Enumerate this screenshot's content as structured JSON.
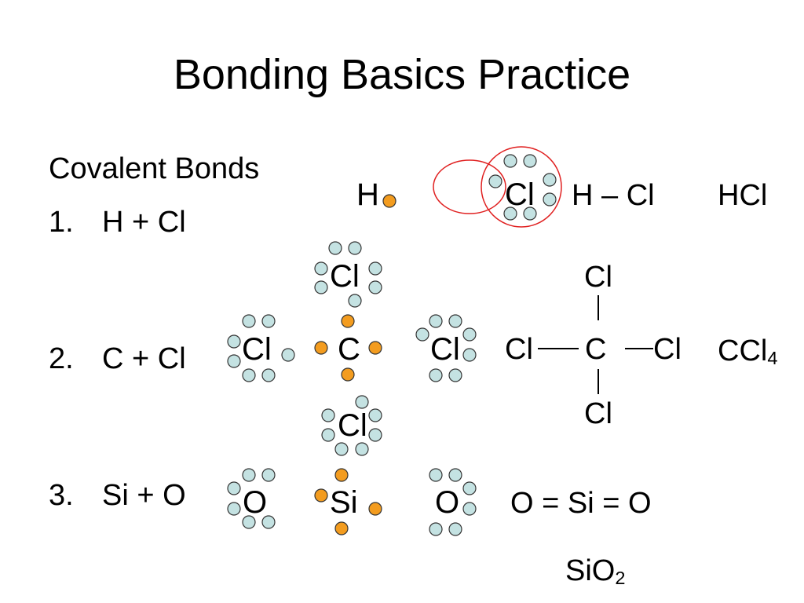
{
  "title": "Bonding Basics Practice",
  "subtitle": "Covalent Bonds",
  "problems": [
    {
      "number": "1.",
      "reaction": "H + Cl"
    },
    {
      "number": "2.",
      "reaction": "C + Cl"
    },
    {
      "number": "3.",
      "reaction": "Si + O"
    }
  ],
  "hcl": {
    "h_atom": "H",
    "cl_atom": "Cl",
    "structural": "H – Cl",
    "formula": "HCl"
  },
  "ccl4": {
    "center": "C",
    "cl": "Cl",
    "struct_center": "C",
    "struct_cl": "Cl",
    "formula_main": "CCl",
    "formula_sub": "4"
  },
  "sio2": {
    "center": "Si",
    "o": "O",
    "structural": "O = Si = O",
    "formula_main": "SiO",
    "formula_sub": "2"
  },
  "colors": {
    "valence_electron": "#f39c1f",
    "lone_pair_electron": "#c4e2e2",
    "overlap_circle": "#e02020",
    "text": "#000000"
  }
}
